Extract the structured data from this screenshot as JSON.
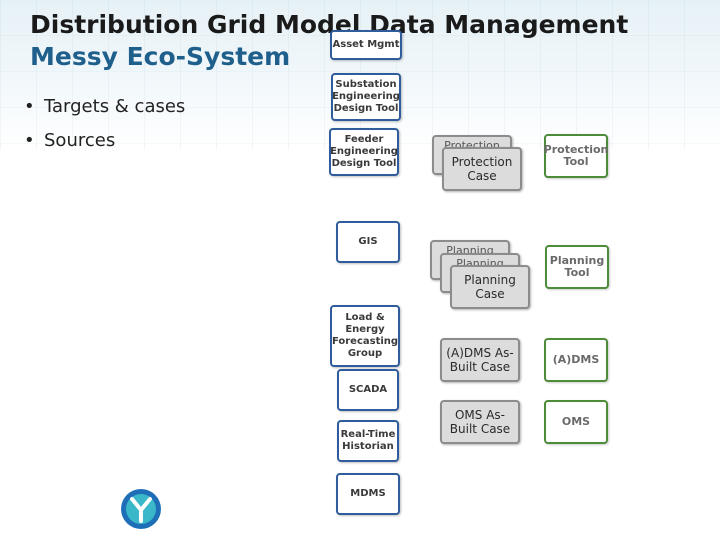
{
  "slide": {
    "title": "Distribution Grid Model Data Management",
    "subtitle": "Messy Eco-System",
    "bullets": [
      "Targets & cases",
      "Sources"
    ]
  },
  "sources": [
    "Asset Mgmt",
    "Substation Engineering Design Tool",
    "Feeder Engineering Design Tool",
    "GIS",
    "Load & Energy Forecasting Group",
    "SCADA",
    "Real-Time Historian",
    "MDMS"
  ],
  "cases": {
    "protection": {
      "back": "Protection",
      "front": "Protection Case"
    },
    "planning": {
      "back1": "Planning",
      "back2": "Planning",
      "front": "Planning Case"
    },
    "adms": "(A)DMS As-Built Case",
    "oms": "OMS As-Built Case"
  },
  "tools": [
    "Protection Tool",
    "Planning Tool",
    "(A)DMS",
    "OMS"
  ],
  "colors": {
    "title": "#1a1a1a",
    "subtitle": "#1f5f8b",
    "source_border": "#2f5d9b",
    "case_fill": "#dcdcdc",
    "tool_border": "#4c8c3a",
    "logo_blue": "#1e6fb8",
    "logo_teal": "#3ab7c8"
  },
  "icons": [
    "bullet-dot",
    "company-logo-icon"
  ]
}
